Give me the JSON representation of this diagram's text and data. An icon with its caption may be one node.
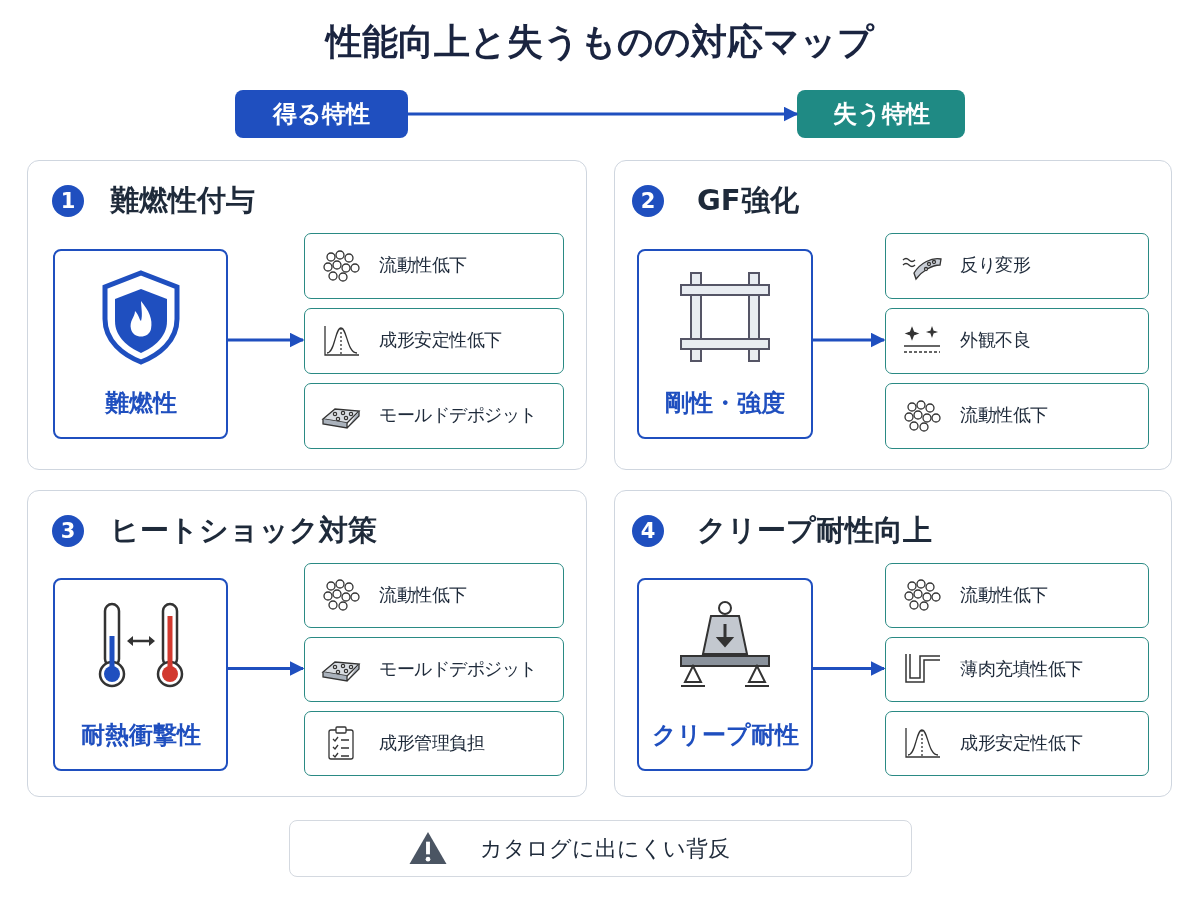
{
  "diagram": {
    "title": "性能向上と失うものの対応マップ",
    "nodes": [
      {
        "text": [
          "得る特性"
        ]
      },
      {
        "text": [
          "失う特性"
        ]
      },
      {
        "text": [
          "難燃性付与"
        ]
      },
      {
        "text": [
          "1"
        ],
        "in": 2
      },
      {
        "text": [
          "難燃性"
        ],
        "in": 2
      },
      {
        "text": [
          "流動性低下"
        ],
        "in": 2
      },
      {
        "text": [
          "成形安定性低下"
        ],
        "in": 2
      },
      {
        "text": [
          "モールドデポジット"
        ],
        "in": 2
      },
      {
        "text": [
          "GF強化"
        ]
      },
      {
        "text": [
          "2"
        ],
        "in": 8
      },
      {
        "text": [
          "剛性・強度"
        ],
        "in": 8
      },
      {
        "text": [
          "反り変形"
        ],
        "in": 8
      },
      {
        "text": [
          "外観不良"
        ],
        "in": 8
      },
      {
        "text": [
          "流動性低下"
        ],
        "in": 8
      },
      {
        "text": [
          "ヒートショック対策"
        ]
      },
      {
        "text": [
          "3"
        ],
        "in": 14
      },
      {
        "text": [
          "耐熱衝撃性"
        ],
        "in": 14
      },
      {
        "text": [
          "流動性低下"
        ],
        "in": 14
      },
      {
        "text": [
          "モールドデポジット"
        ],
        "in": 14
      },
      {
        "text": [
          "成形管理負担"
        ],
        "in": 14
      },
      {
        "text": [
          "クリープ耐性向上"
        ]
      },
      {
        "text": [
          "4"
        ],
        "in": 20
      },
      {
        "text": [
          "クリープ耐性"
        ],
        "in": 20
      },
      {
        "text": [
          "流動性低下"
        ],
        "in": 20
      },
      {
        "text": [
          "薄肉充填性低下"
        ],
        "in": 20
      },
      {
        "text": [
          "成形安定性低下"
        ],
        "in": 20
      },
      {
        "text": [
          "カタログに出にくい背反"
        ]
      }
    ],
    "edges": [
      {
        "from": 0,
        "to": 1,
        "arrow": "to"
      },
      {
        "from": 4,
        "to": 6,
        "arrow": "to"
      },
      {
        "from": 10,
        "to": 12,
        "arrow": "to"
      },
      {
        "from": 16,
        "to": 18,
        "arrow": "to"
      },
      {
        "from": 22,
        "to": 24,
        "arrow": "to"
      }
    ]
  }
}
